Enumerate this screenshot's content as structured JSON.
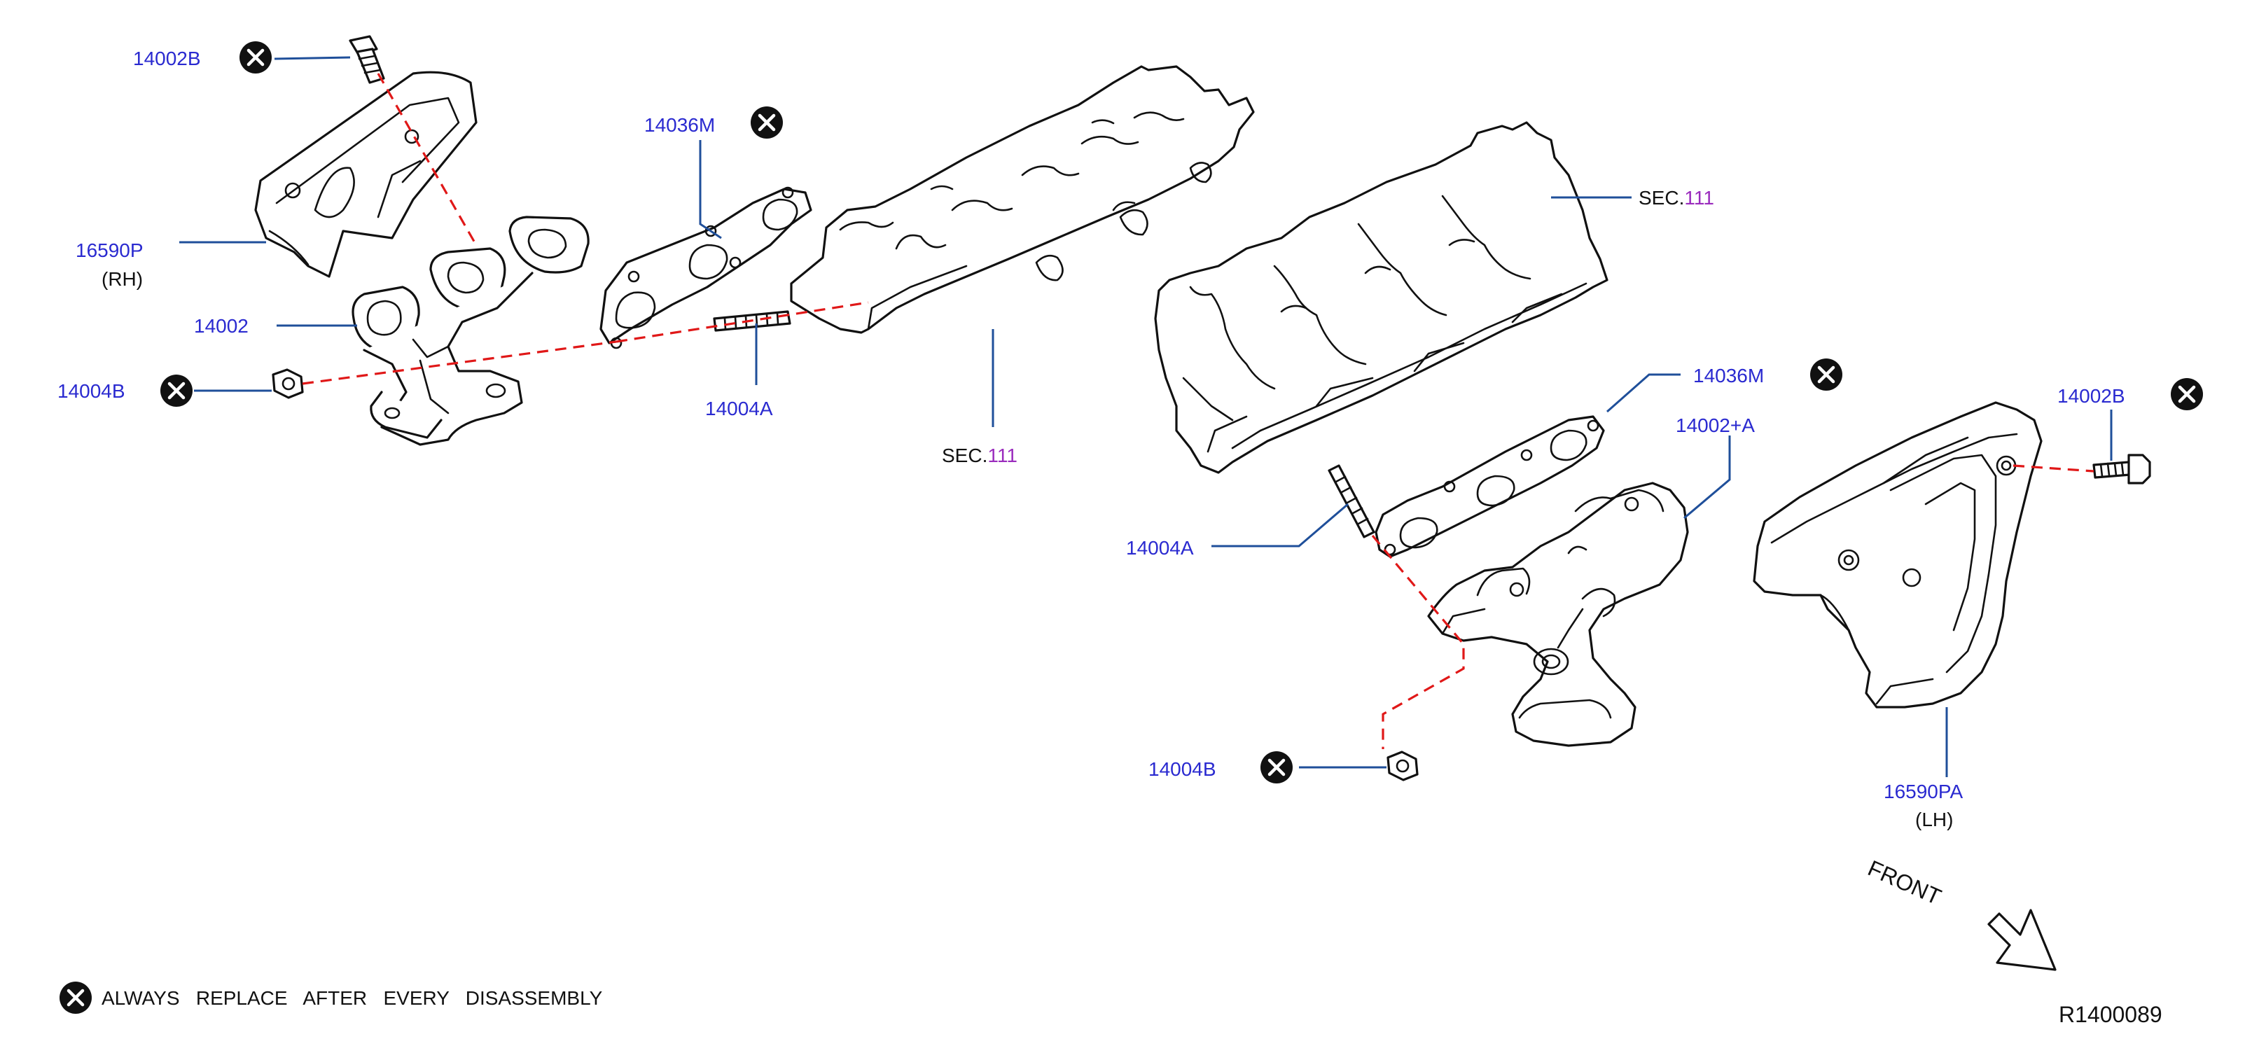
{
  "labels": {
    "p14002B_rh": "14002B",
    "p16590P": "16590P",
    "rh": "(RH)",
    "p14002": "14002",
    "p14004B_rh": "14004B",
    "p14036M_rh": "14036M",
    "p14004A_rh": "14004A",
    "sec_rh_prefix": "SEC.",
    "sec_rh_num": "111",
    "sec_lh_prefix": "SEC.",
    "sec_lh_num": "111",
    "p14036M_lh": "14036M",
    "p14002A": "14002+A",
    "p14002B_lh": "14002B",
    "p14004A_lh": "14004A",
    "p14004B_lh": "14004B",
    "p16590PA": "16590PA",
    "lh": "(LH)",
    "front": "FRONT"
  },
  "legend": {
    "note": "ALWAYS   REPLACE   AFTER   EVERY   DISASSEMBLY"
  },
  "ref_code": "R1400089",
  "icons": {
    "replace_marker": "x-circle-icon",
    "front_arrow": "arrow-down-right-icon"
  },
  "colors": {
    "part_number": "#2a2ad0",
    "section_number": "#9a2bbd",
    "leader_line": "#1f4f9a",
    "alignment_dash": "#e01818",
    "outline": "#111111"
  }
}
